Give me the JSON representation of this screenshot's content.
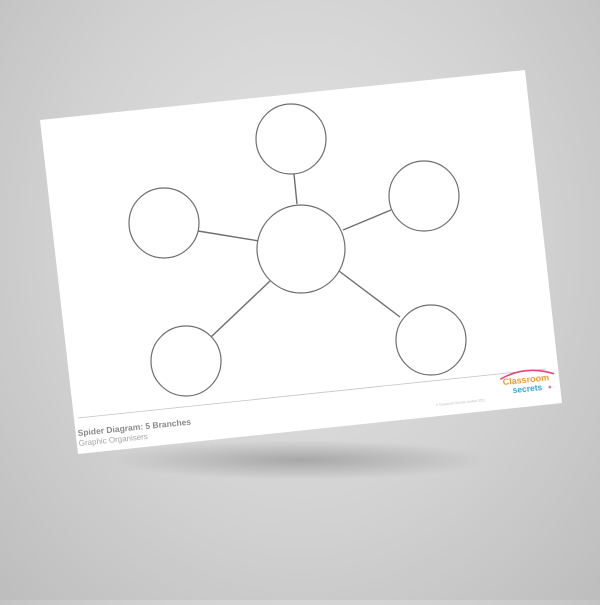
{
  "worksheet": {
    "title": "Spider Diagram: 5 Branches",
    "subtitle": "Graphic Organisers",
    "copyright": "© Classroom Secrets Limited 2021"
  },
  "brand": {
    "line1": "Classroom",
    "line2": "secrets",
    "colors": {
      "orange": "#f29a2e",
      "blue": "#2fa8d8",
      "pink": "#e8417b"
    }
  },
  "diagram": {
    "center_node": "",
    "branch_nodes": [
      "",
      "",
      "",
      "",
      ""
    ]
  },
  "colors": {
    "background": "#d2d2d2",
    "page": "#ffffff",
    "stroke": "#6e6e6e"
  }
}
